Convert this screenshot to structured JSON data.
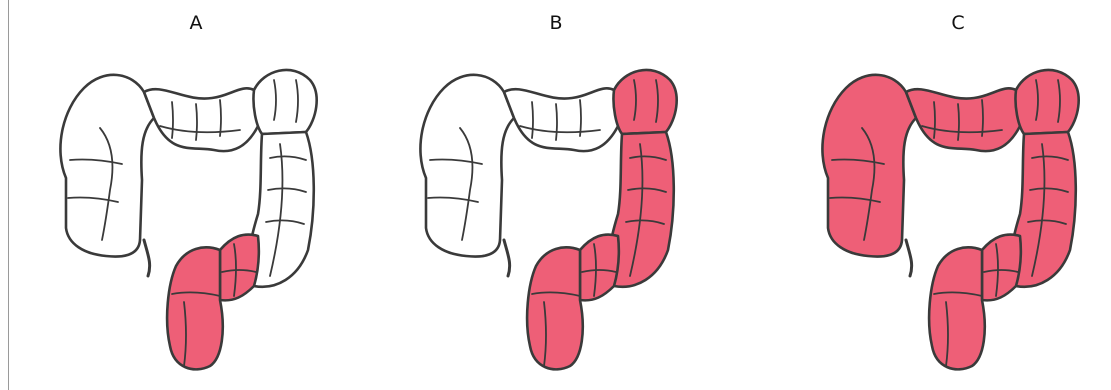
{
  "panels": [
    {
      "label": "A",
      "inflamed": [
        "rectum",
        "sigmoid"
      ]
    },
    {
      "label": "B",
      "inflamed": [
        "rectum",
        "sigmoid",
        "descending",
        "splenic"
      ]
    },
    {
      "label": "C",
      "inflamed": [
        "rectum",
        "sigmoid",
        "descending",
        "splenic",
        "transverse",
        "ascending"
      ]
    }
  ],
  "colors": {
    "inflamed_fill": "#ee5f77",
    "healthy_fill": "#ffffff",
    "outline": "#3a3a3a"
  }
}
